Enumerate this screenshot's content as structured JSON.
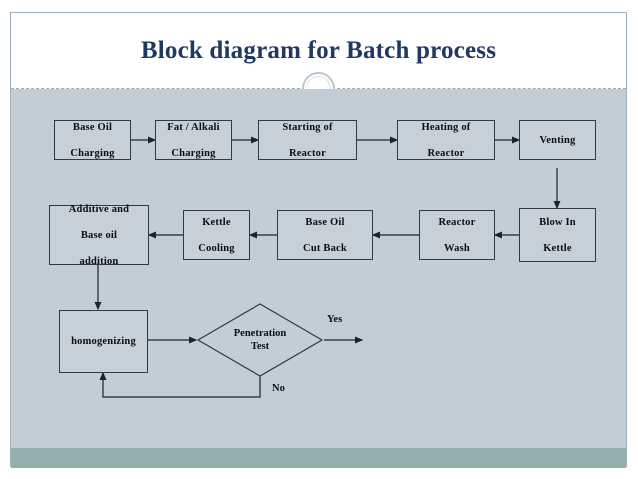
{
  "slide": {
    "title": "Block diagram for Batch process",
    "title_color": "#1f3864",
    "background_color": "#c3cdd5",
    "footer_band_color": "#93b0ac",
    "node_fill_color": "#c7d0d7",
    "node_border_color": "#2f3a42"
  },
  "diagram": {
    "type": "flowchart",
    "nodes": [
      {
        "id": "base-oil-charging",
        "shape": "rect",
        "label": "Base Oil\nCharging",
        "line1": "Base Oil",
        "line2": "Charging",
        "line3": ""
      },
      {
        "id": "fat-alkali-charging",
        "shape": "rect",
        "label": "Fat / Alkali\nCharging",
        "line1": "Fat / Alkali",
        "line2": "Charging",
        "line3": ""
      },
      {
        "id": "starting-of-reactor",
        "shape": "rect",
        "label": "Starting of\nReactor",
        "line1": "Starting of",
        "line2": "Reactor",
        "line3": ""
      },
      {
        "id": "heating-of-reactor",
        "shape": "rect",
        "label": "Heating of\nReactor",
        "line1": "Heating of",
        "line2": "Reactor",
        "line3": ""
      },
      {
        "id": "venting",
        "shape": "rect",
        "label": "Venting",
        "line1": "Venting",
        "line2": "",
        "line3": ""
      },
      {
        "id": "blow-in-kettle",
        "shape": "rect",
        "label": "Blow In\nKettle",
        "line1": "Blow In",
        "line2": "Kettle",
        "line3": ""
      },
      {
        "id": "reactor-wash",
        "shape": "rect",
        "label": "Reactor\nWash",
        "line1": "Reactor",
        "line2": "Wash",
        "line3": ""
      },
      {
        "id": "base-oil-cut-back",
        "shape": "rect",
        "label": "Base Oil\nCut Back",
        "line1": "Base Oil",
        "line2": "Cut Back",
        "line3": ""
      },
      {
        "id": "kettle-cooling",
        "shape": "rect",
        "label": "Kettle\nCooling",
        "line1": "Kettle",
        "line2": "Cooling",
        "line3": ""
      },
      {
        "id": "additive-base-oil",
        "shape": "rect",
        "label": "Additive and\nBase  oil\naddition",
        "line1": "Additive and",
        "line2": "Base  oil",
        "line3": "addition"
      },
      {
        "id": "homogenizing",
        "shape": "rect",
        "label": "homogenizing",
        "line1": "homogenizing",
        "line2": "",
        "line3": ""
      },
      {
        "id": "penetration-test",
        "shape": "diamond",
        "label": "Penetration\nTest",
        "line1": "Penetration",
        "line2": "Test",
        "line3": ""
      }
    ],
    "edge_labels": {
      "yes": "Yes",
      "no": "No"
    },
    "edges": [
      {
        "from": "base-oil-charging",
        "to": "fat-alkali-charging",
        "label": ""
      },
      {
        "from": "fat-alkali-charging",
        "to": "starting-of-reactor",
        "label": ""
      },
      {
        "from": "starting-of-reactor",
        "to": "heating-of-reactor",
        "label": ""
      },
      {
        "from": "heating-of-reactor",
        "to": "venting",
        "label": ""
      },
      {
        "from": "venting",
        "to": "blow-in-kettle",
        "label": ""
      },
      {
        "from": "blow-in-kettle",
        "to": "reactor-wash",
        "label": ""
      },
      {
        "from": "reactor-wash",
        "to": "base-oil-cut-back",
        "label": ""
      },
      {
        "from": "base-oil-cut-back",
        "to": "kettle-cooling",
        "label": ""
      },
      {
        "from": "kettle-cooling",
        "to": "additive-base-oil",
        "label": ""
      },
      {
        "from": "additive-base-oil",
        "to": "homogenizing",
        "label": ""
      },
      {
        "from": "homogenizing",
        "to": "penetration-test",
        "label": ""
      },
      {
        "from": "penetration-test",
        "to": "",
        "label": "Yes"
      },
      {
        "from": "penetration-test",
        "to": "homogenizing",
        "label": "No"
      }
    ]
  }
}
